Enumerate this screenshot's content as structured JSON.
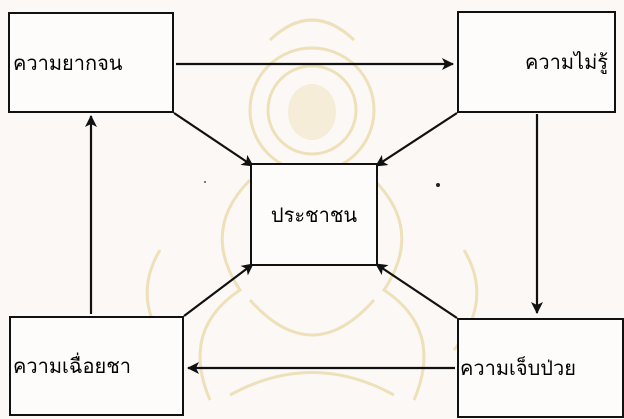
{
  "diagram": {
    "nodes": {
      "poverty": {
        "label": "ความยากจน"
      },
      "ignorance": {
        "label": "ความไม่รู้"
      },
      "people": {
        "label": "ประชาชน"
      },
      "apathy": {
        "label": "ความเฉื่อยชา"
      },
      "illness": {
        "label": "ความเจ็บป่วย"
      }
    },
    "edges": [
      {
        "from": "poverty",
        "to": "ignorance"
      },
      {
        "from": "ignorance",
        "to": "illness"
      },
      {
        "from": "illness",
        "to": "apathy"
      },
      {
        "from": "apathy",
        "to": "poverty"
      },
      {
        "from": "poverty",
        "to": "people"
      },
      {
        "from": "ignorance",
        "to": "people"
      },
      {
        "from": "apathy",
        "to": "people"
      },
      {
        "from": "illness",
        "to": "people"
      }
    ],
    "colors": {
      "line": "#111111",
      "watermark": "#ead9a6",
      "background": "#fbf8f6"
    }
  }
}
